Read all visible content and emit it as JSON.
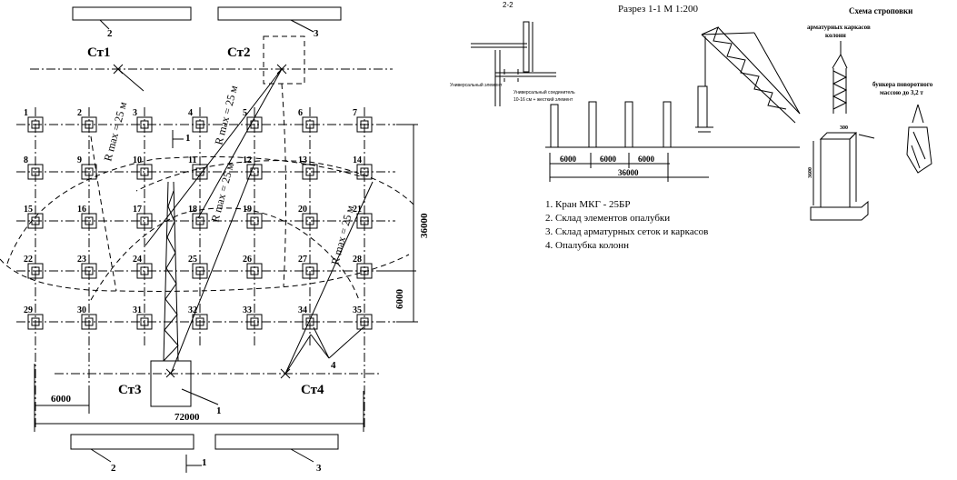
{
  "plan": {
    "stations": [
      "Ст1",
      "Ст2",
      "Ст3",
      "Ст4"
    ],
    "grid_numbers": [
      "1",
      "2",
      "3",
      "4",
      "5",
      "6",
      "7",
      "8",
      "9",
      "10",
      "11",
      "12",
      "13",
      "14",
      "15",
      "16",
      "17",
      "18",
      "19",
      "20",
      "21",
      "22",
      "23",
      "24",
      "25",
      "26",
      "27",
      "28",
      "29",
      "30",
      "31",
      "32",
      "33",
      "34",
      "35"
    ],
    "radius_label": "R max = 25 м",
    "dim_36000": "36000",
    "dim_6000_right": "6000",
    "dim_6000_bottom": "6000",
    "dim_72000": "72000",
    "section_mark": "1",
    "callouts": {
      "crane": "1",
      "formwork_store": "2",
      "rebar_store": "3",
      "column_formwork": "4"
    }
  },
  "section": {
    "title": "Разрез 1-1  М 1:200",
    "detail_label": "2-2",
    "note_universal_element": "Универсальный элемент",
    "note_connector_line1": "Универсальный соединитель",
    "note_connector_line2": "10-16 см + жесткий элемент",
    "dims": [
      "6000",
      "6000",
      "6000"
    ],
    "dim_total": "36000"
  },
  "legend": {
    "items": [
      "1. Кран МКГ - 25БР",
      "2. Склад элементов опалубки",
      "3. Склад арматурных сеток и каркасов",
      "4. Опалубка колонн"
    ]
  },
  "sling": {
    "title": "Схема строповки",
    "cage_caption_line1": "арматурных каркасов",
    "cage_caption_line2": "колонн",
    "bunker_caption_line1": "бункера поворотного",
    "bunker_caption_line2": "массою до 3,2 т",
    "dim_300": "300",
    "dim_3600": "3600"
  }
}
